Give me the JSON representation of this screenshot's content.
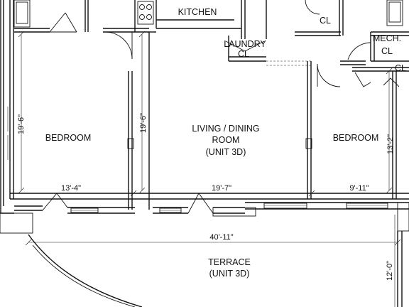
{
  "rooms": {
    "kitchen": "KITCHEN",
    "laundry": "LAUNDRY",
    "laundry_closet": "CL",
    "closet_top_right": "CL",
    "mech_line1": "MECH.",
    "mech_line2": "CL",
    "closet_right": "CL",
    "bedroom_left": "BEDROOM",
    "living_line1": "LIVING / DINING",
    "living_line2": "ROOM",
    "living_line3": "(UNIT 3D)",
    "bedroom_right": "BEDROOM",
    "terrace_line1": "TERRACE",
    "terrace_line2": "(UNIT 3D)"
  },
  "dimensions": {
    "bedroom_left_depth": "19'-6\"",
    "living_depth": "19'-6\"",
    "bedroom_right_depth": "13'-2\"",
    "bedroom_left_width": "13'-4\"",
    "living_width": "19'-7\"",
    "bedroom_right_width": "9'-11\"",
    "overall_width": "40'-11\"",
    "terrace_depth": "12'-0\""
  }
}
